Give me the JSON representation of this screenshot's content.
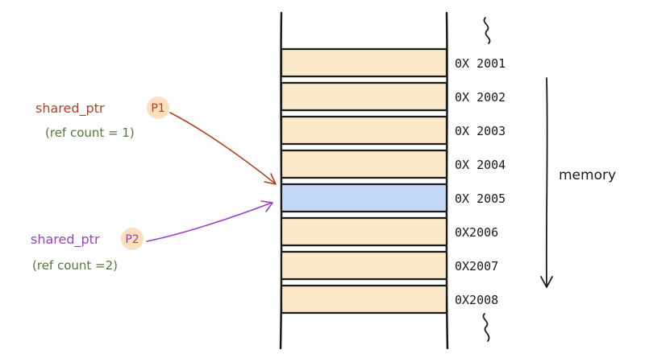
{
  "colors": {
    "cell_fill": "#fbe8c8",
    "highlight_fill": "#c2d8f7",
    "outline": "#1a1a1a",
    "pointer1_color": "#b3401e",
    "pointer2_color": "#9b3fbf",
    "refcount_color": "#4e7a3a",
    "badge_fill": "#fbe0bf"
  },
  "memory": {
    "label": "memory",
    "highlighted_index": 4,
    "cells": [
      {
        "address": "0X 2001"
      },
      {
        "address": "0X 2002"
      },
      {
        "address": "0X 2003"
      },
      {
        "address": "0X 2004"
      },
      {
        "address": "0X 2005"
      },
      {
        "address": "0X2006"
      },
      {
        "address": "0X2007"
      },
      {
        "address": "0X2008"
      }
    ],
    "break_symbol": "≀"
  },
  "pointers": [
    {
      "type": "shared_ptr",
      "name": "P1",
      "ref_count": "(ref count = 1)",
      "target_index": 4
    },
    {
      "type": "shared_ptr",
      "name": "P2",
      "ref_count": "(ref count =2)",
      "target_index": 4
    }
  ]
}
